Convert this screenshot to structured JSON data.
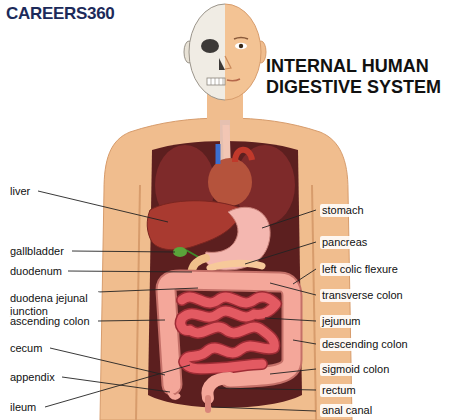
{
  "diagram": {
    "title": "INTERNAL HUMAN DIGESTIVE SYSTEM",
    "labels": [
      "CAREERS360",
      "liver",
      "gallbladder",
      "duodenum",
      "duodena jejunal junction",
      "ascending colon",
      "cecum",
      "appendix",
      "ileum",
      "stomach",
      "pancreas",
      "left colic flexure",
      "transverse colon",
      "jejunum",
      "descending colon",
      "sigmoid colon",
      "rectum",
      "anal canal"
    ]
  }
}
